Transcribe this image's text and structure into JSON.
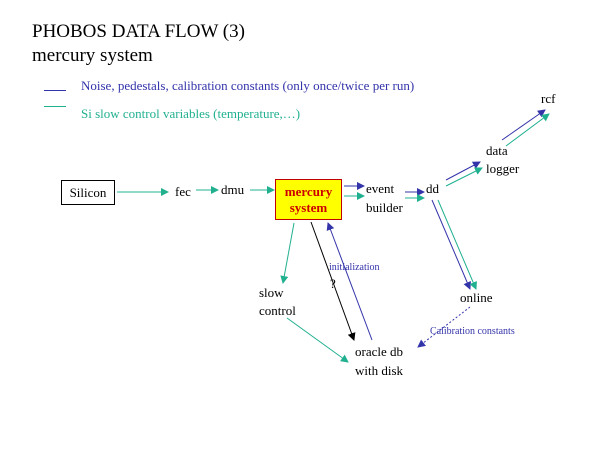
{
  "title": {
    "line1": "PHOBOS DATA FLOW (3)",
    "line2": "mercury system"
  },
  "legend": [
    {
      "text": "Noise, pedestals, calibration constants (only once/twice per run)",
      "color": "#3333aa"
    },
    {
      "text": "Si slow control variables (temperature,…)",
      "color": "#20b090"
    }
  ],
  "nodes": {
    "silicon": "Silicon",
    "fec": "fec",
    "dmu": "dmu",
    "mercury_line1": "mercury",
    "mercury_line2": "system",
    "event_builder_line1": "event",
    "event_builder_line2": "builder",
    "dd": "dd",
    "data_logger_line1": "data",
    "data_logger_line2": "logger",
    "rcf": "rcf",
    "online": "online",
    "slow_control_line1": "slow",
    "slow_control_line2": "control",
    "oracle_line1": "oracle db",
    "oracle_line2": "with disk"
  },
  "annotations": {
    "initialization": "initialization",
    "question": "?",
    "calibration_constants": "Calibration constants"
  },
  "colors": {
    "blue": "#3333aa",
    "teal": "#20b090",
    "black": "#000000",
    "mercury_fill": "#ffff00",
    "mercury_border": "#c00000",
    "mercury_text": "#cc0000"
  }
}
